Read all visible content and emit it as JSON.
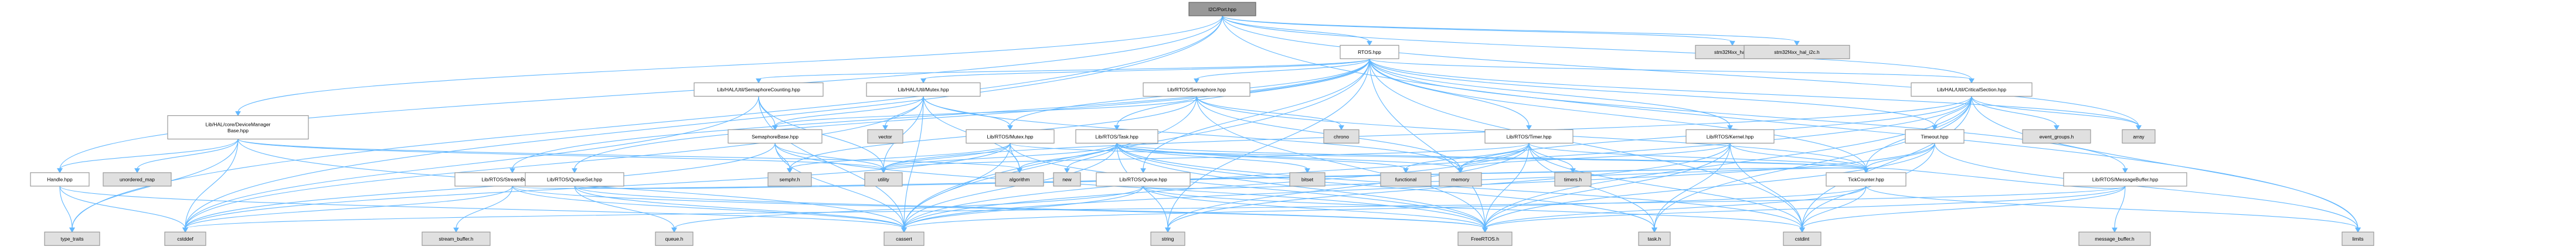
{
  "graph": {
    "root": "I2C/Port.hpp",
    "nodes": [
      {
        "id": "port",
        "label": "I2C/Port.hpp",
        "kind": "root"
      },
      {
        "id": "rtos",
        "label": "RTOS.hpp",
        "kind": "local"
      },
      {
        "id": "stm32hal",
        "label": "stm32f4xx_hal.h",
        "kind": "external"
      },
      {
        "id": "stm32i2c",
        "label": "stm32f4xx_hal_i2c.h",
        "kind": "external"
      },
      {
        "id": "semcount",
        "label": "Lib/HAL/Util/SemaphoreCounting.hpp",
        "kind": "local"
      },
      {
        "id": "halmutex",
        "label": "Lib/HAL/Util/Mutex.hpp",
        "kind": "local"
      },
      {
        "id": "libsem",
        "label": "Lib/RTOS/Semaphore.hpp",
        "kind": "local"
      },
      {
        "id": "critsect",
        "label": "Lib/HAL/Util/CriticalSection.hpp",
        "kind": "local"
      },
      {
        "id": "devmgr",
        "label": "Lib/HAL/core/DeviceManager\nBase.hpp",
        "kind": "local"
      },
      {
        "id": "sembase",
        "label": "SemaphoreBase.hpp",
        "kind": "local"
      },
      {
        "id": "rtosmutex",
        "label": "Lib/RTOS/Mutex.hpp",
        "kind": "local"
      },
      {
        "id": "task",
        "label": "Lib/RTOS/Task.hpp",
        "kind": "local"
      },
      {
        "id": "timer",
        "label": "Lib/RTOS/Timer.hpp",
        "kind": "local"
      },
      {
        "id": "kernel",
        "label": "Lib/RTOS/Kernel.hpp",
        "kind": "local"
      },
      {
        "id": "timeout",
        "label": "Timeout.hpp",
        "kind": "local"
      },
      {
        "id": "handle",
        "label": "Handle.hpp",
        "kind": "local"
      },
      {
        "id": "streambuf",
        "label": "Lib/RTOS/StreamBuffer.hpp",
        "kind": "local"
      },
      {
        "id": "queueset",
        "label": "Lib/RTOS/QueueSet.hpp",
        "kind": "local"
      },
      {
        "id": "rtosqueue",
        "label": "Lib/RTOS/Queue.hpp",
        "kind": "local"
      },
      {
        "id": "tickcounter",
        "label": "TickCounter.hpp",
        "kind": "local"
      },
      {
        "id": "msgbuf",
        "label": "Lib/RTOS/MessageBuffer.hpp",
        "kind": "local"
      },
      {
        "id": "vector",
        "label": "vector",
        "kind": "external"
      },
      {
        "id": "chrono",
        "label": "chrono",
        "kind": "external"
      },
      {
        "id": "eventgroups",
        "label": "event_groups.h",
        "kind": "external"
      },
      {
        "id": "array",
        "label": "array",
        "kind": "external"
      },
      {
        "id": "unorderedmap",
        "label": "unordered_map",
        "kind": "external"
      },
      {
        "id": "semphr",
        "label": "semphr.h",
        "kind": "external"
      },
      {
        "id": "utility",
        "label": "utility",
        "kind": "external"
      },
      {
        "id": "algorithm",
        "label": "algorithm",
        "kind": "external"
      },
      {
        "id": "new",
        "label": "new",
        "kind": "external"
      },
      {
        "id": "bitset",
        "label": "bitset",
        "kind": "external"
      },
      {
        "id": "functional",
        "label": "functional",
        "kind": "external"
      },
      {
        "id": "memory",
        "label": "memory",
        "kind": "external"
      },
      {
        "id": "timers",
        "label": "timers.h",
        "kind": "external"
      },
      {
        "id": "typetraits",
        "label": "type_traits",
        "kind": "external"
      },
      {
        "id": "cstddef",
        "label": "cstddef",
        "kind": "external"
      },
      {
        "id": "streambuffer",
        "label": "stream_buffer.h",
        "kind": "external"
      },
      {
        "id": "queueh",
        "label": "queue.h",
        "kind": "external"
      },
      {
        "id": "cassert",
        "label": "cassert",
        "kind": "external"
      },
      {
        "id": "string",
        "label": "string",
        "kind": "external"
      },
      {
        "id": "freertos",
        "label": "FreeRTOS.h",
        "kind": "external"
      },
      {
        "id": "taskh",
        "label": "task.h",
        "kind": "external"
      },
      {
        "id": "cstdint",
        "label": "cstdint",
        "kind": "external"
      },
      {
        "id": "messagebuffer",
        "label": "message_buffer.h",
        "kind": "external"
      },
      {
        "id": "limits",
        "label": "limits",
        "kind": "external"
      }
    ],
    "edges": [
      [
        "port",
        "rtos"
      ],
      [
        "port",
        "stm32hal"
      ],
      [
        "port",
        "stm32i2c"
      ],
      [
        "port",
        "handle"
      ],
      [
        "port",
        "typetraits"
      ],
      [
        "port",
        "cstddef"
      ],
      [
        "port",
        "limits"
      ],
      [
        "port",
        "array"
      ],
      [
        "port",
        "critsect"
      ],
      [
        "port",
        "devmgr"
      ],
      [
        "rtos",
        "semcount"
      ],
      [
        "rtos",
        "halmutex"
      ],
      [
        "rtos",
        "libsem"
      ],
      [
        "rtos",
        "critsect"
      ],
      [
        "rtos",
        "rtosmutex"
      ],
      [
        "rtos",
        "task"
      ],
      [
        "rtos",
        "timer"
      ],
      [
        "rtos",
        "kernel"
      ],
      [
        "rtos",
        "timeout"
      ],
      [
        "rtos",
        "streambuf"
      ],
      [
        "rtos",
        "queueset"
      ],
      [
        "rtos",
        "rtosqueue"
      ],
      [
        "rtos",
        "tickcounter"
      ],
      [
        "rtos",
        "msgbuf"
      ],
      [
        "rtos",
        "array"
      ],
      [
        "rtos",
        "cassert"
      ],
      [
        "rtos",
        "cstdint"
      ],
      [
        "rtos",
        "freertos"
      ],
      [
        "rtos",
        "string"
      ],
      [
        "semcount",
        "sembase"
      ],
      [
        "semcount",
        "utility"
      ],
      [
        "semcount",
        "cassert"
      ],
      [
        "semcount",
        "cstddef"
      ],
      [
        "halmutex",
        "vector"
      ],
      [
        "halmutex",
        "sembase"
      ],
      [
        "halmutex",
        "rtosmutex"
      ],
      [
        "halmutex",
        "cstddef"
      ],
      [
        "halmutex",
        "utility"
      ],
      [
        "halmutex",
        "algorithm"
      ],
      [
        "halmutex",
        "cassert"
      ],
      [
        "halmutex",
        "memory"
      ],
      [
        "libsem",
        "sembase"
      ],
      [
        "libsem",
        "chrono"
      ],
      [
        "libsem",
        "memory"
      ],
      [
        "libsem",
        "tickcounter"
      ],
      [
        "libsem",
        "cassert"
      ],
      [
        "libsem",
        "freertos"
      ],
      [
        "libsem",
        "semphr"
      ],
      [
        "critsect",
        "eventgroups"
      ],
      [
        "critsect",
        "array"
      ],
      [
        "critsect",
        "timeout"
      ],
      [
        "critsect",
        "tickcounter"
      ],
      [
        "critsect",
        "memory"
      ],
      [
        "critsect",
        "cstdint"
      ],
      [
        "critsect",
        "freertos"
      ],
      [
        "critsect",
        "cassert"
      ],
      [
        "critsect",
        "taskh"
      ],
      [
        "critsect",
        "limits"
      ],
      [
        "critsect",
        "utility"
      ],
      [
        "devmgr",
        "handle"
      ],
      [
        "devmgr",
        "unorderedmap"
      ],
      [
        "devmgr",
        "typetraits"
      ],
      [
        "devmgr",
        "cstddef"
      ],
      [
        "devmgr",
        "utility"
      ],
      [
        "devmgr",
        "cassert"
      ],
      [
        "devmgr",
        "algorithm"
      ],
      [
        "sembase",
        "semphr"
      ],
      [
        "sembase",
        "utility"
      ],
      [
        "sembase",
        "cstddef"
      ],
      [
        "sembase",
        "cassert"
      ],
      [
        "sembase",
        "freertos"
      ],
      [
        "rtosmutex",
        "cstddef"
      ],
      [
        "rtosmutex",
        "algorithm"
      ],
      [
        "rtosmutex",
        "utility"
      ],
      [
        "rtosmutex",
        "semphr"
      ],
      [
        "rtosmutex",
        "freertos"
      ],
      [
        "rtosmutex",
        "cassert"
      ],
      [
        "rtosmutex",
        "tickcounter"
      ],
      [
        "task",
        "algorithm"
      ],
      [
        "task",
        "new"
      ],
      [
        "task",
        "bitset"
      ],
      [
        "task",
        "functional"
      ],
      [
        "task",
        "utility"
      ],
      [
        "task",
        "string"
      ],
      [
        "task",
        "cassert"
      ],
      [
        "task",
        "tickcounter"
      ],
      [
        "task",
        "freertos"
      ],
      [
        "task",
        "taskh"
      ],
      [
        "task",
        "cstdint"
      ],
      [
        "task",
        "memory"
      ],
      [
        "timer",
        "functional"
      ],
      [
        "timer",
        "memory"
      ],
      [
        "timer",
        "timers"
      ],
      [
        "timer",
        "tickcounter"
      ],
      [
        "timer",
        "freertos"
      ],
      [
        "timer",
        "cassert"
      ],
      [
        "timer",
        "cstdint"
      ],
      [
        "timer",
        "utility"
      ],
      [
        "timer",
        "taskh"
      ],
      [
        "timer",
        "string"
      ],
      [
        "kernel",
        "tickcounter"
      ],
      [
        "kernel",
        "freertos"
      ],
      [
        "kernel",
        "taskh"
      ],
      [
        "kernel",
        "cstdint"
      ],
      [
        "kernel",
        "memory"
      ],
      [
        "kernel",
        "string"
      ],
      [
        "timeout",
        "tickcounter"
      ],
      [
        "timeout",
        "cstdint"
      ],
      [
        "timeout",
        "freertos"
      ],
      [
        "timeout",
        "cassert"
      ],
      [
        "timeout",
        "limits"
      ],
      [
        "handle",
        "typetraits"
      ],
      [
        "handle",
        "cstddef"
      ],
      [
        "handle",
        "cassert"
      ],
      [
        "streambuf",
        "cstddef"
      ],
      [
        "streambuf",
        "streambuffer"
      ],
      [
        "streambuf",
        "cassert"
      ],
      [
        "streambuf",
        "freertos"
      ],
      [
        "streambuf",
        "tickcounter"
      ],
      [
        "queueset",
        "queueh"
      ],
      [
        "queueset",
        "cassert"
      ],
      [
        "queueset",
        "freertos"
      ],
      [
        "queueset",
        "tickcounter"
      ],
      [
        "rtosqueue",
        "queueh"
      ],
      [
        "rtosqueue",
        "cassert"
      ],
      [
        "rtosqueue",
        "freertos"
      ],
      [
        "rtosqueue",
        "tickcounter"
      ],
      [
        "rtosqueue",
        "cstdint"
      ],
      [
        "tickcounter",
        "freertos"
      ],
      [
        "tickcounter",
        "cstdint"
      ],
      [
        "tickcounter",
        "cassert"
      ],
      [
        "tickcounter",
        "limits"
      ],
      [
        "msgbuf",
        "messagebuffer"
      ],
      [
        "msgbuf",
        "cstddef"
      ],
      [
        "msgbuf",
        "freertos"
      ],
      [
        "msgbuf",
        "tickcounter"
      ],
      [
        "msgbuf",
        "cstdint"
      ]
    ]
  }
}
